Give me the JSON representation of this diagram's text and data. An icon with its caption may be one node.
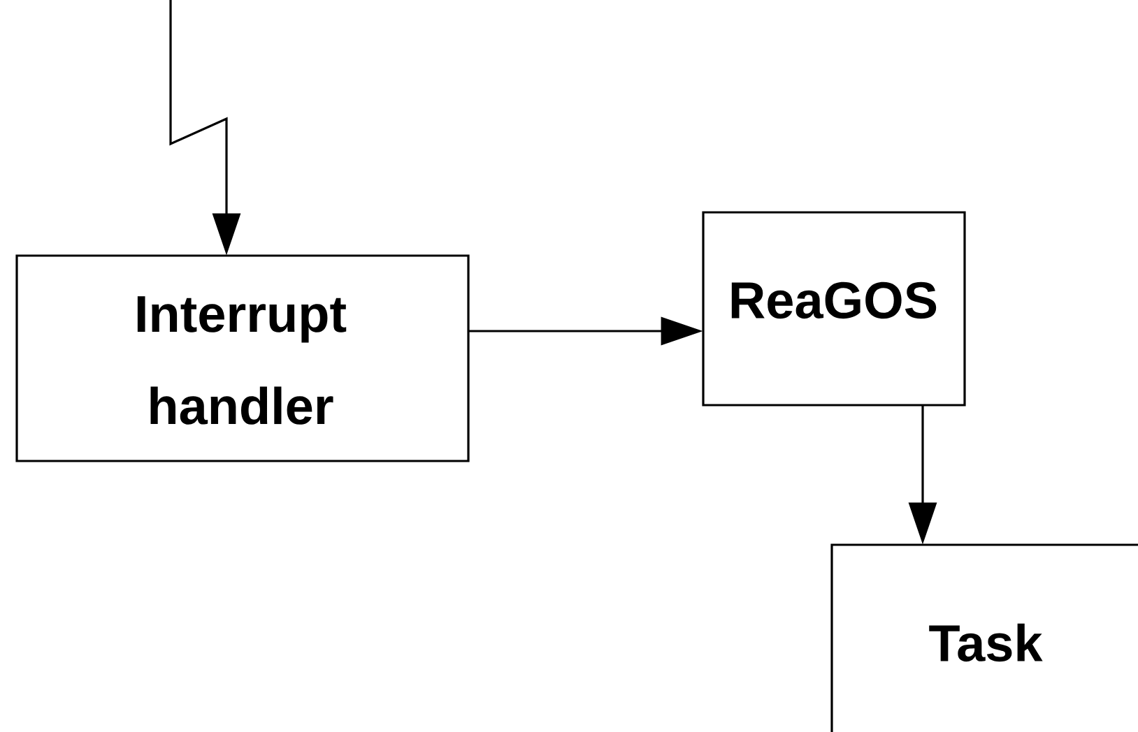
{
  "diagram": {
    "nodes": [
      {
        "text": [
          "Interrupt handler"
        ]
      },
      {
        "text": [
          "ReaGOS"
        ]
      },
      {
        "text": [
          "Task"
        ]
      }
    ],
    "edges": [
      {
        "from": null,
        "to": 0,
        "arrow": "to"
      },
      {
        "from": 0,
        "to": 1,
        "arrow": "to"
      },
      {
        "from": 1,
        "to": 2,
        "arrow": "to"
      }
    ]
  }
}
